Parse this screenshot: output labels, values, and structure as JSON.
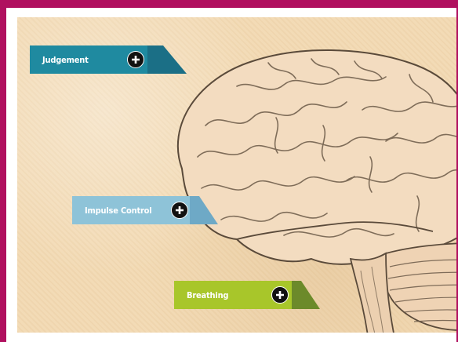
{
  "tags": {
    "judgement": {
      "label": "Judgement",
      "color": "#1f8aa0",
      "tail_color": "#1b6f86",
      "icon": "plus-circle-icon"
    },
    "impulse": {
      "label": "Impulse Control",
      "color": "#8ec3d8",
      "tail_color": "#6ea9c6",
      "icon": "plus-circle-icon"
    },
    "breathing": {
      "label": "Breathing",
      "color": "#a8c62a",
      "tail_color": "#6c8a2a",
      "icon": "plus-circle-icon"
    }
  },
  "illustration": {
    "subject": "brain-illustration"
  },
  "colors": {
    "frame": "#b0105f",
    "paper": "#f2d9b2"
  }
}
